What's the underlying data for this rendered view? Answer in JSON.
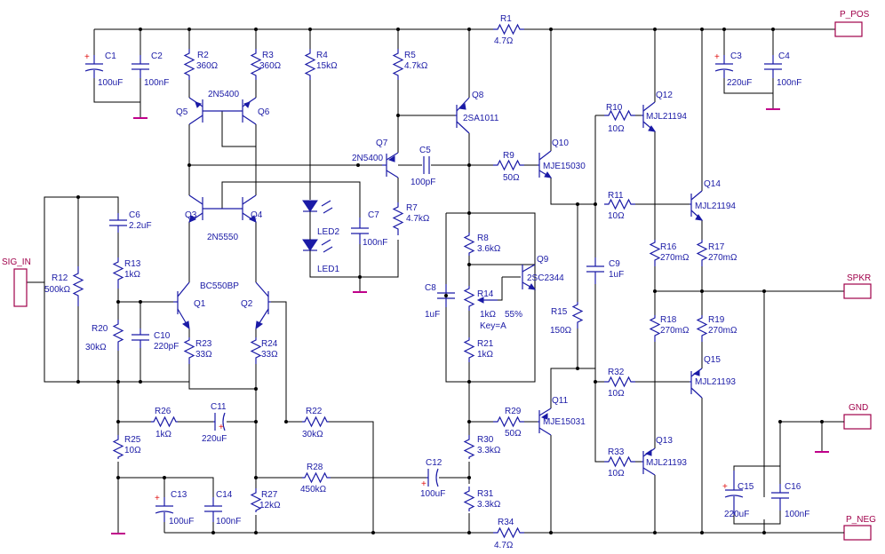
{
  "ports": {
    "p_pos": "P_POS",
    "spkr": "SPKR",
    "gnd": "GND",
    "p_neg": "P_NEG",
    "sig_in": "SIG_IN"
  },
  "labels": {
    "c1": "C1",
    "c1v": "100uF",
    "c2": "C2",
    "c2v": "100nF",
    "c3": "C3",
    "c3v": "220uF",
    "c4": "C4",
    "c4v": "100nF",
    "c5": "C5",
    "c5v": "100pF",
    "c6": "C6",
    "c6v": "2.2uF",
    "c7": "C7",
    "c7v": "100nF",
    "c8": "C8",
    "c8v": "1uF",
    "c9": "C9",
    "c9v": "1uF",
    "c10": "C10",
    "c10v": "220pF",
    "c11": "C11",
    "c11v": "220uF",
    "c12": "C12",
    "c12v": "100uF",
    "c13": "C13",
    "c13v": "100uF",
    "c14": "C14",
    "c14v": "100nF",
    "c15": "C15",
    "c15v": "220uF",
    "c16": "C16",
    "c16v": "100nF",
    "r1": "R1",
    "r1v": "4.7Ω",
    "r2": "R2",
    "r2v": "360Ω",
    "r3": "R3",
    "r3v": "360Ω",
    "r4": "R4",
    "r4v": "15kΩ",
    "r5": "R5",
    "r5v": "4.7kΩ",
    "r7": "R7",
    "r7v": "4.7kΩ",
    "r8": "R8",
    "r8v": "3.6kΩ",
    "r9": "R9",
    "r9v": "50Ω",
    "r10": "R10",
    "r10v": "10Ω",
    "r11": "R11",
    "r11v": "10Ω",
    "r12": "R12",
    "r12v": "500kΩ",
    "r13": "R13",
    "r13v": "1kΩ",
    "r14": "R14",
    "r14v": "1kΩ",
    "r14p": "55%",
    "r14k": "Key=A",
    "r15": "R15",
    "r15v": "150Ω",
    "r16": "R16",
    "r16v": "270mΩ",
    "r17": "R17",
    "r17v": "270mΩ",
    "r18": "R18",
    "r18v": "270mΩ",
    "r19": "R19",
    "r19v": "270mΩ",
    "r20": "R20",
    "r20v": "30kΩ",
    "r21": "R21",
    "r21v": "1kΩ",
    "r22": "R22",
    "r22v": "30kΩ",
    "r23": "R23",
    "r23v": "33Ω",
    "r24": "R24",
    "r24v": "33Ω",
    "r25": "R25",
    "r25v": "10Ω",
    "r26": "R26",
    "r26v": "1kΩ",
    "r27": "R27",
    "r27v": "12kΩ",
    "r28": "R28",
    "r28v": "450kΩ",
    "r29": "R29",
    "r29v": "50Ω",
    "r30": "R30",
    "r30v": "3.3kΩ",
    "r31": "R31",
    "r31v": "3.3kΩ",
    "r32": "R32",
    "r32v": "10Ω",
    "r33": "R33",
    "r33v": "10Ω",
    "r34": "R34",
    "r34v": "4.7Ω",
    "q1": "Q1",
    "q2": "Q2",
    "q12type": "BC550BP",
    "q3": "Q3",
    "q4": "Q4",
    "q34type": "2N5550",
    "q5": "Q5",
    "q6": "Q6",
    "q56type": "2N5400",
    "q7": "Q7",
    "q7type": "2N5400",
    "q8": "Q8",
    "q8type": "2SA1011",
    "q9": "Q9",
    "q9type": "2SC2344",
    "q10": "Q10",
    "q10type": "MJE15030",
    "q11": "Q11",
    "q11type": "MJE15031",
    "q12": "Q12",
    "q12type2": "MJL21194",
    "q13": "Q13",
    "q13type": "MJL21193",
    "q14": "Q14",
    "q14type": "MJL21194",
    "q15": "Q15",
    "q15type": "MJL21193",
    "led1": "LED1",
    "led2": "LED2",
    "plus": "+"
  },
  "colors": {
    "wire": "#000000",
    "component": "#1a1aa6",
    "ground": "#c0008a",
    "port": "#a0004a",
    "polarity": "#e01010"
  }
}
